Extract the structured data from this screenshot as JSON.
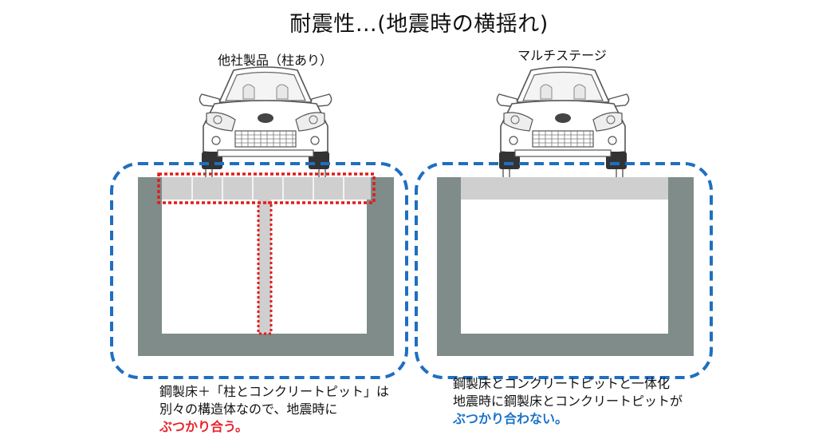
{
  "title": "耐震性…(地震時の横揺れ)",
  "left": {
    "label": "他社製品（柱あり）",
    "caption_line1": "鋼製床＋「柱とコンクリートピット」は",
    "caption_line2": "別々の構造体なので、地震時に",
    "caption_line3": "ぶつかり合う。"
  },
  "right": {
    "label": "マルチステージ",
    "caption_line1": "鋼製床とコンクリートピットと一体化",
    "caption_line2": "地震時に鋼製床とコンクリートピットが",
    "caption_line3": "ぶつかり合わない。"
  },
  "colors": {
    "pit_wall": "#7f8c8a",
    "floor": "#cfcfcf",
    "dashed_blue": "#1f6fc0",
    "dotted_red": "#e31b1b",
    "highlight_red": "#e8222a",
    "highlight_blue": "#1a73c8"
  },
  "icons": [
    "car-front-icon"
  ]
}
